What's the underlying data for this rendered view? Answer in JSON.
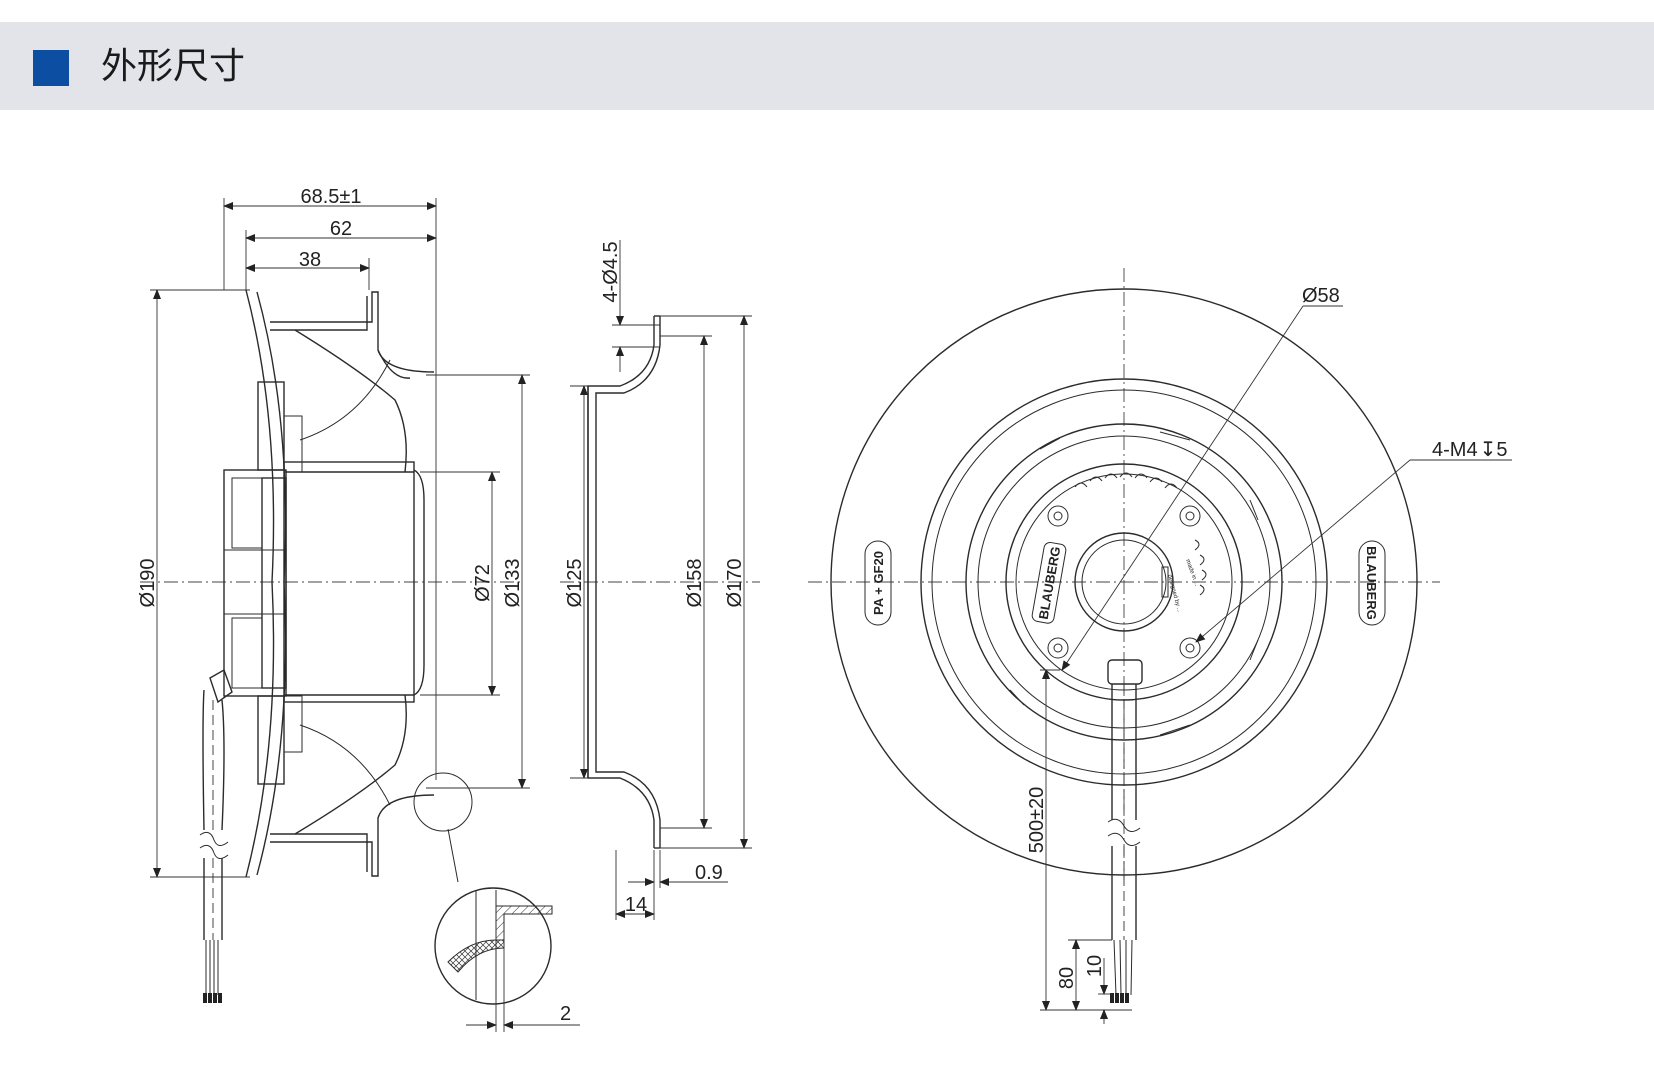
{
  "header": {
    "title": "外形尺寸",
    "accent_color": "#0b4ea2",
    "band_color": "#e3e4e9"
  },
  "side_view": {
    "width_overall": "68.5±1",
    "width_body": "62",
    "width_hub": "38",
    "dia_impeller": "Ø190",
    "dia_motor": "Ø72",
    "dia_inlet": "Ø133",
    "detail_wall": "2"
  },
  "inlet_ring": {
    "holes": "4-Ø4.5",
    "dia_inner": "Ø125",
    "dia_pitch": "Ø158",
    "dia_outer": "Ø170",
    "thickness": "0.9",
    "depth": "14"
  },
  "front_view": {
    "dia_hub": "Ø58",
    "threads": "4-M4",
    "thread_depth": "5",
    "cable_length": "500±20",
    "strip_length": "80",
    "wire_end": "10",
    "label_material": "PA + GF20",
    "label_brand": "BLAUBERG",
    "label_motor_brand": "BLAUBERG",
    "label_motor_note": "made in ...",
    "label_motor_note_2": "designed by ..."
  }
}
